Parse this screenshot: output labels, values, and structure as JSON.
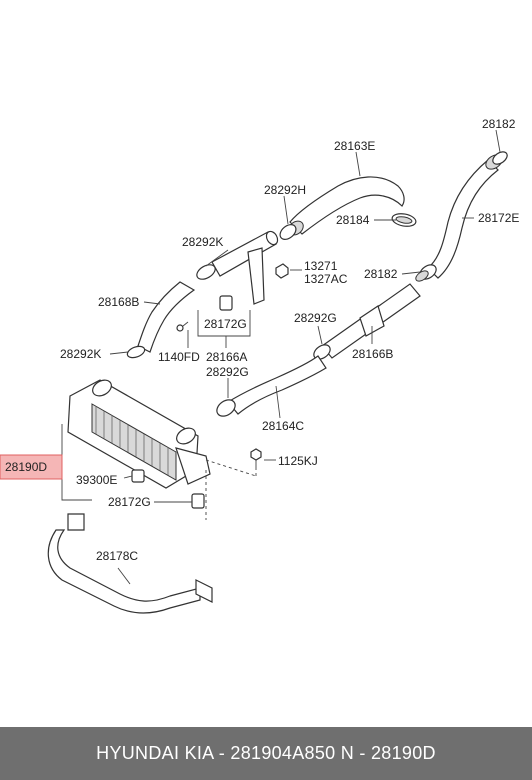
{
  "labels": {
    "p28182_top": "28182",
    "p28163E": "28163E",
    "p28292H": "28292H",
    "p28184": "28184",
    "p28172E": "28172E",
    "p28292K_upper": "28292K",
    "p13271": "13271",
    "p1327AC": "1327AC",
    "p28182_mid": "28182",
    "p28168B": "28168B",
    "p28172G_mid": "28172G",
    "p28292G_right": "28292G",
    "p28292K_lower": "28292K",
    "p1140FD": "1140FD",
    "p28166A": "28166A",
    "p28166B": "28166B",
    "p28292G_left": "28292G",
    "p28164C": "28164C",
    "p28190D": "28190D",
    "p1125KJ": "1125KJ",
    "p39300E": "39300E",
    "p28172G_low": "28172G",
    "p28178C": "28178C"
  },
  "footer": {
    "text": "HYUNDAI  KIA - 281904A850     N - 28190D"
  },
  "colors": {
    "highlight_fill": "#f5b6b6",
    "highlight_stroke": "#e06060",
    "footer_bg": "#6f6f6f",
    "footer_text": "#ffffff"
  }
}
